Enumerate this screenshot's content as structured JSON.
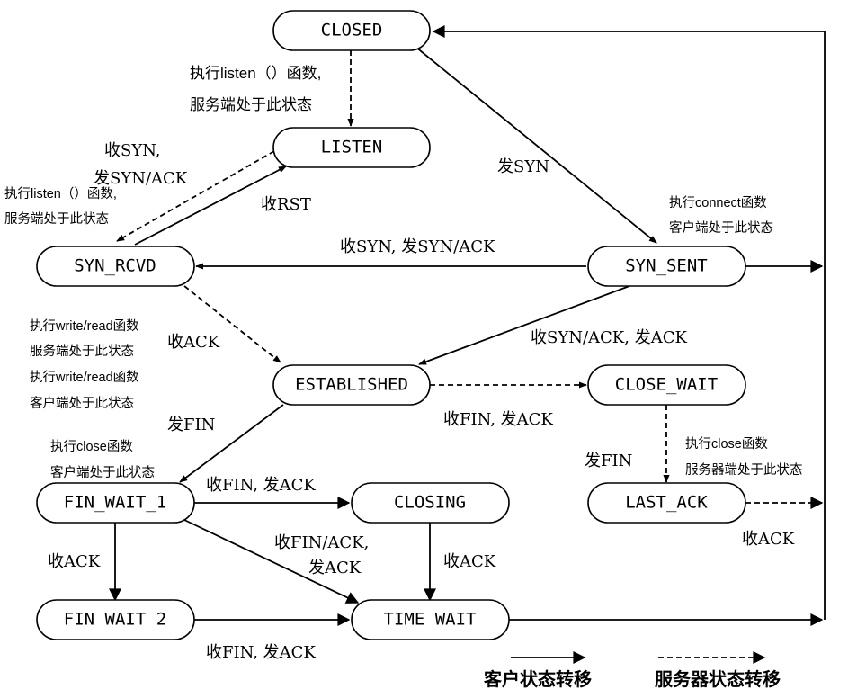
{
  "states": {
    "closed": "CLOSED",
    "listen": "LISTEN",
    "syn_rcvd": "SYN_RCVD",
    "syn_sent": "SYN_SENT",
    "established": "ESTABLISHED",
    "close_wait": "CLOSE_WAIT",
    "fin_wait_1": "FIN_WAIT_1",
    "closing": "CLOSING",
    "last_ack": "LAST_ACK",
    "fin_wait_2": "FIN WAIT 2",
    "time_wait": "TIME WAIT"
  },
  "transitions": {
    "closed_listen_1": "执行listen（）函数,",
    "closed_listen_2": "服务端处于此状态",
    "listen_synrcvd_1": "收SYN,",
    "listen_synrcvd_2": "发SYN/ACK",
    "synrcvd_listen": "收RST",
    "closed_synsent": "发SYN",
    "synsent_synrcvd": "收SYN, 发SYN/ACK",
    "synrcvd_established": "收ACK",
    "synsent_established": "收SYN/ACK, 发ACK",
    "established_closewait": "收FIN, 发ACK",
    "established_finwait1": "发FIN",
    "closewait_lastack": "发FIN",
    "lastack_closed": "收ACK",
    "finwait1_closing": "收FIN, 发ACK",
    "finwait1_timewait_1": "收FIN/ACK,",
    "finwait1_timewait_2": "发ACK",
    "finwait1_finwait2": "收ACK",
    "closing_timewait": "收ACK",
    "finwait2_timewait": "收FIN, 发ACK"
  },
  "notes": {
    "synrcvd_1": "执行listen（）函数,",
    "synrcvd_2": "服务端处于此状态",
    "synsent_1": "执行connect函数",
    "synsent_2": "客户端处于此状态",
    "est_1": "执行write/read函数",
    "est_2": "服务端处于此状态",
    "est_3": "执行write/read函数",
    "est_4": "客户端处于此状态",
    "finwait1_1": "执行close函数",
    "finwait1_2": "客户端处于此状态",
    "lastack_1": "执行close函数",
    "lastack_2": "服务器端处于此状态"
  },
  "legend": {
    "client": "客户状态转移",
    "server": "服务器状态转移"
  }
}
